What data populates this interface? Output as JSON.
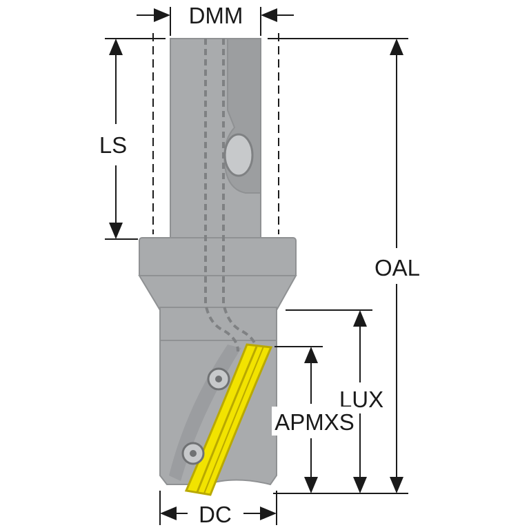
{
  "diagram": {
    "labels": {
      "dmm": "DMM",
      "ls": "LS",
      "oal": "OAL",
      "lux": "LUX",
      "apmxs": "APMXS",
      "dc": "DC"
    },
    "colors": {
      "tool_body": "#a9abad",
      "tool_shadow": "#8f9193",
      "coolant_channel": "#7f8183",
      "insert": "#f2e300",
      "insert_edge": "#b9a900",
      "dimension_line": "#1a1a1a",
      "screw": "#c7c9cb"
    }
  }
}
